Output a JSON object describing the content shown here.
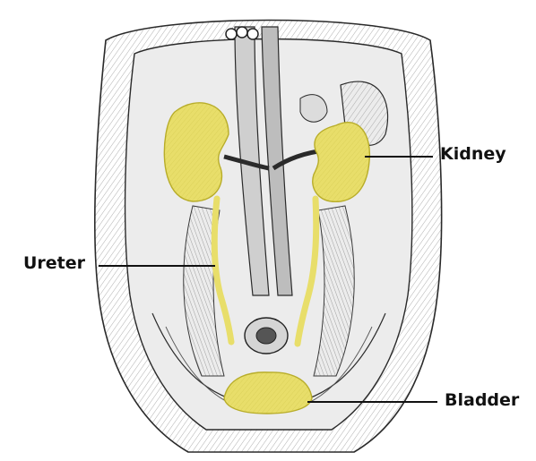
{
  "labels": {
    "kidney": "Kidney",
    "ureter": "Ureter",
    "bladder": "Bladder"
  },
  "colors": {
    "highlight": "#e8de6a",
    "highlight_stroke": "#b8ad2a",
    "ink": "#2a2a2a",
    "tissue": "#d9d9d9",
    "background": "#ffffff"
  }
}
